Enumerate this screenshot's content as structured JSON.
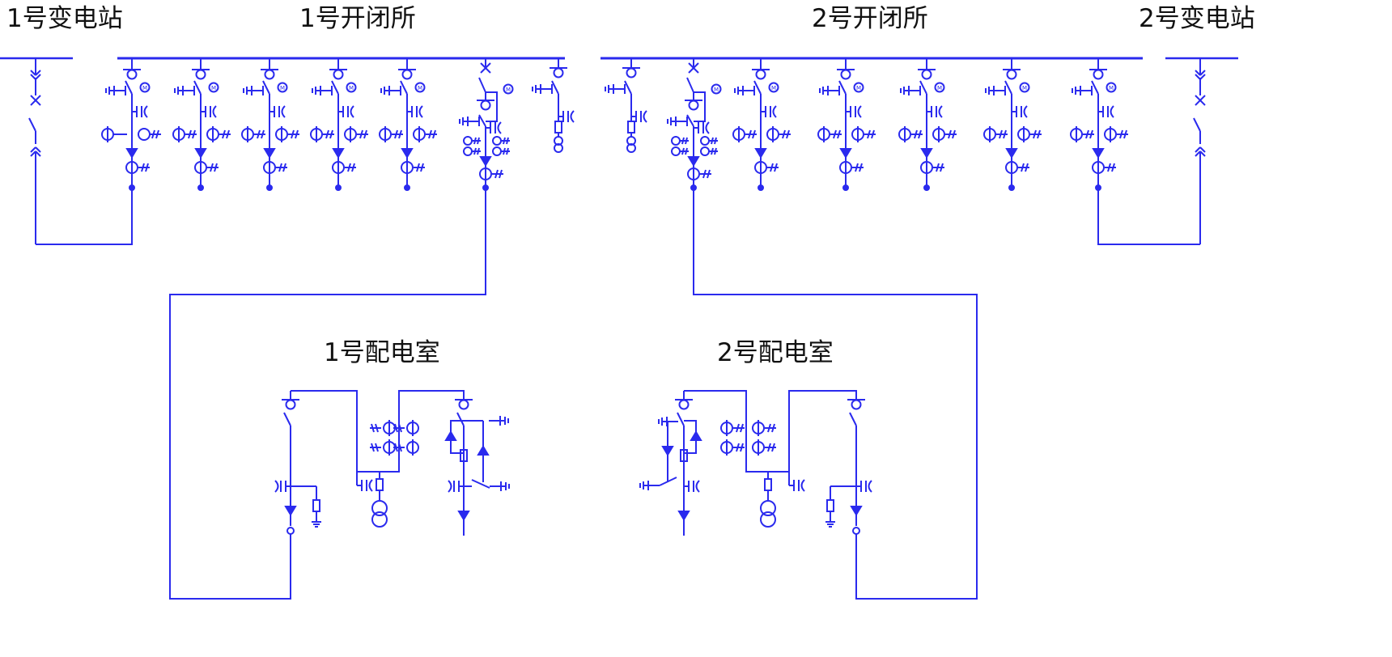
{
  "labels": {
    "substation_1": "1号变电站",
    "switching_station_1": "1号开闭所",
    "switching_station_2": "2号开闭所",
    "substation_2": "2号变电站",
    "distribution_room_1": "1号配电室",
    "distribution_room_2": "2号配电室"
  },
  "motor_symbol": "M",
  "colors": {
    "line": "#2a2aee",
    "text": "#111111"
  }
}
